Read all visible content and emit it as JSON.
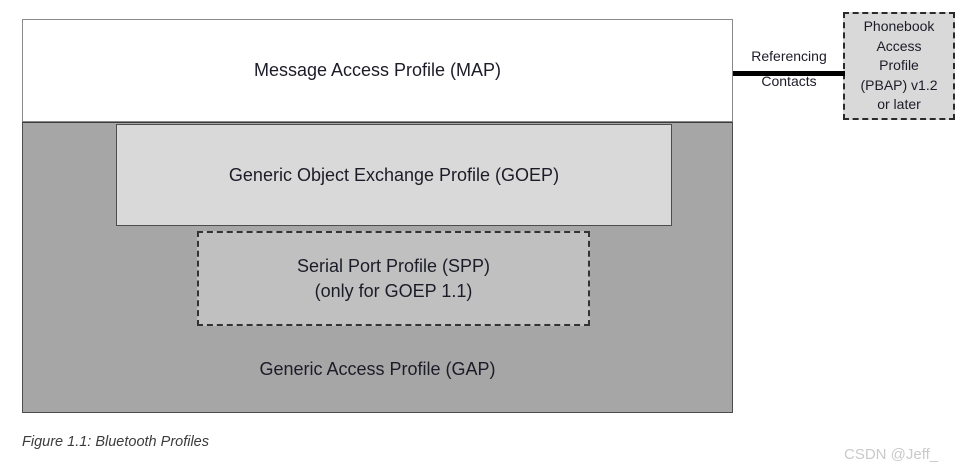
{
  "figure": {
    "caption": "Figure 1.1: Bluetooth Profiles",
    "watermark": "CSDN @Jeff_",
    "colors": {
      "page_background": "#ffffff",
      "map_fill": "#ffffff",
      "gap_fill": "#a6a6a6",
      "goep_fill": "#d9d9d9",
      "spp_fill": "#c0c0c0",
      "pbap_fill": "#d9d9d9",
      "border": "#4d4d4d",
      "dashed_border": "#333333",
      "connector": "#000000",
      "text": "#1c1c28",
      "caption_text": "#3c3c3c",
      "watermark_text": "#c9c9c9"
    }
  },
  "boxes": {
    "map": {
      "label": "Message Access Profile (MAP)"
    },
    "goep": {
      "label": "Generic Object Exchange Profile (GOEP)"
    },
    "spp": {
      "line1": "Serial Port Profile (SPP)",
      "line2": "(only for GOEP 1.1)"
    },
    "gap": {
      "label": "Generic Access Profile (GAP)"
    },
    "pbap": {
      "line1": "Phonebook",
      "line2": "Access",
      "line3": "Profile",
      "line4": "(PBAP) v1.2",
      "line5": "or later"
    }
  },
  "connector": {
    "label_top": "Referencing",
    "label_bottom": "Contacts"
  }
}
